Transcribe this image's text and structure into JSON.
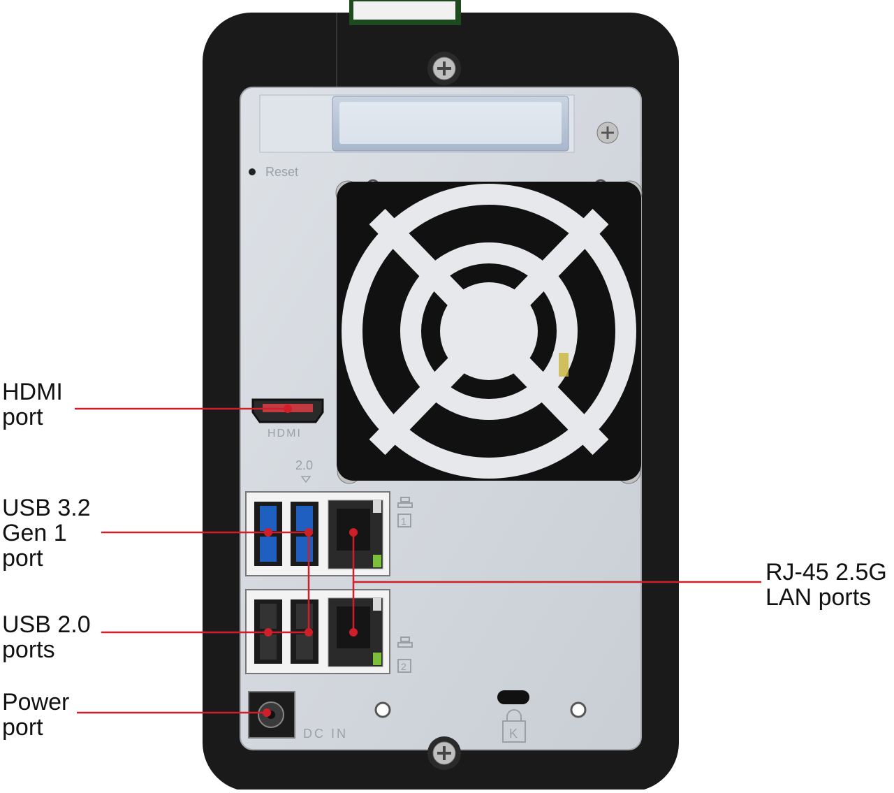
{
  "device_labels": {
    "reset": "Reset",
    "hdmi": "HDMI",
    "usb_version": "2.0",
    "lan_1": "1",
    "lan_2": "2",
    "dc_in": "DC IN",
    "lock": "K"
  },
  "callouts": {
    "hdmi": "HDMI\nport",
    "usb32": "USB 3.2\nGen 1\nport",
    "usb20": "USB 2.0\nports",
    "power": "Power\nport",
    "rj45": "RJ-45 2.5G\nLAN ports"
  },
  "colors": {
    "callout_line": "#d11f2a",
    "chassis": "#1a1a1a",
    "panel": "#d9dde2",
    "usb3_blue": "#1f5fbf",
    "led_green": "#7bbf3a"
  }
}
